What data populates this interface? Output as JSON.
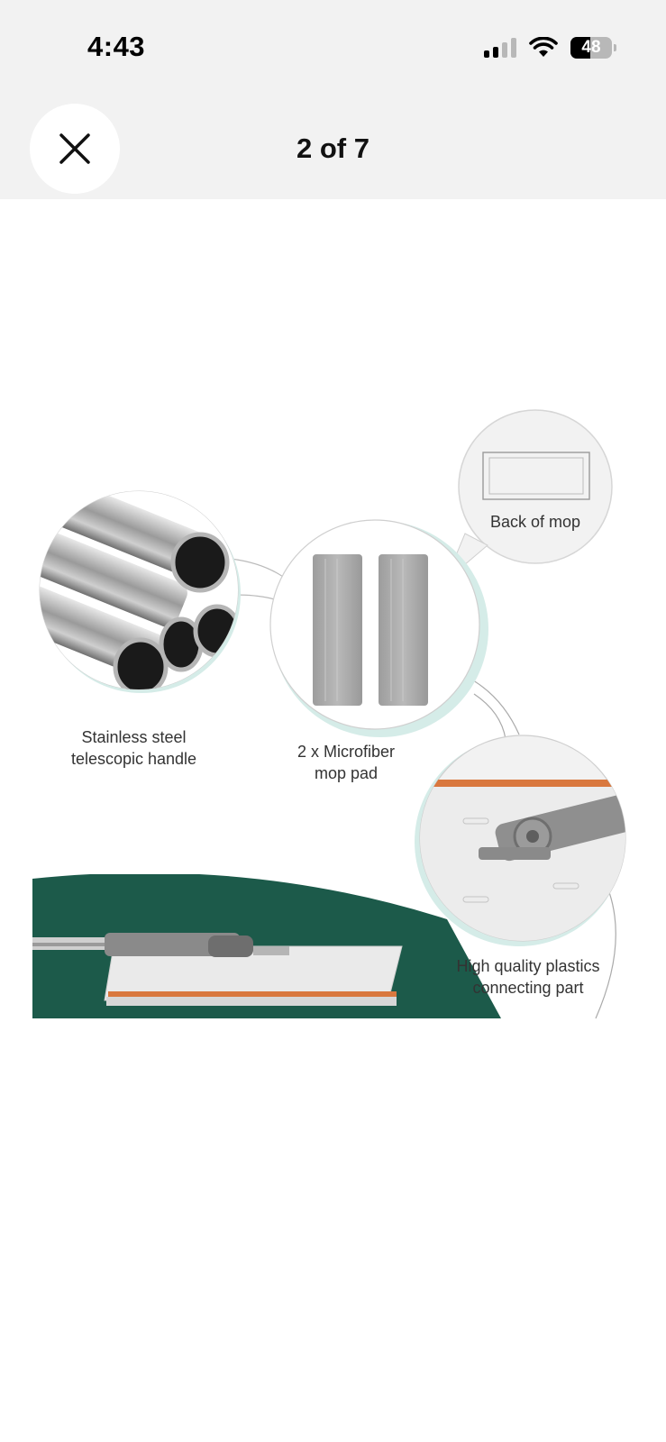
{
  "status_bar": {
    "time": "4:43",
    "battery_level": "48",
    "battery_fraction": 0.48,
    "signal_bars_active": 2,
    "signal_bars_total": 4
  },
  "nav": {
    "page_counter": "2 of 7",
    "close_icon": "close-icon"
  },
  "product_image": {
    "captions": {
      "back_of_mop": "Back of mop",
      "handle_line1": "Stainless steel",
      "handle_line2": "telescopic handle",
      "pad_line1": "2 x Microfiber",
      "pad_line2": "mop pad",
      "connector_line1": "High quality plastics",
      "connector_line2": "connecting part"
    }
  },
  "colors": {
    "top_background": "#f2f2f2",
    "accent_green": "#1c5a4a",
    "mop_orange": "#d9783e"
  }
}
